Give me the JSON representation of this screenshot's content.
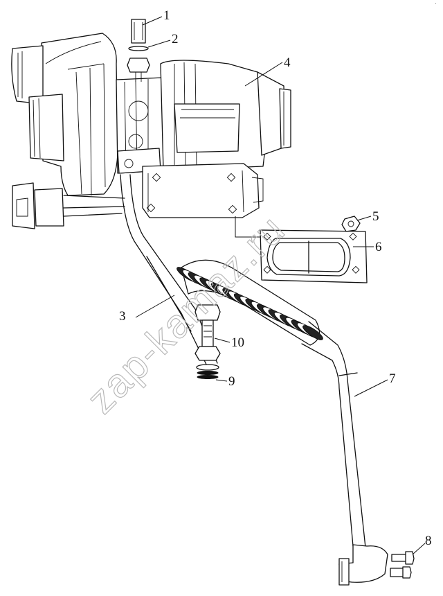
{
  "callouts": [
    {
      "id": "1",
      "label": "1"
    },
    {
      "id": "2",
      "label": "2"
    },
    {
      "id": "3",
      "label": "3"
    },
    {
      "id": "4",
      "label": "4"
    },
    {
      "id": "5",
      "label": "5"
    },
    {
      "id": "6",
      "label": "6"
    },
    {
      "id": "7",
      "label": "7"
    },
    {
      "id": "8",
      "label": "8"
    },
    {
      "id": "9",
      "label": "9"
    },
    {
      "id": "10",
      "label": "10"
    }
  ],
  "watermark": "zap-kamaz.ru",
  "corner_mark": "·"
}
